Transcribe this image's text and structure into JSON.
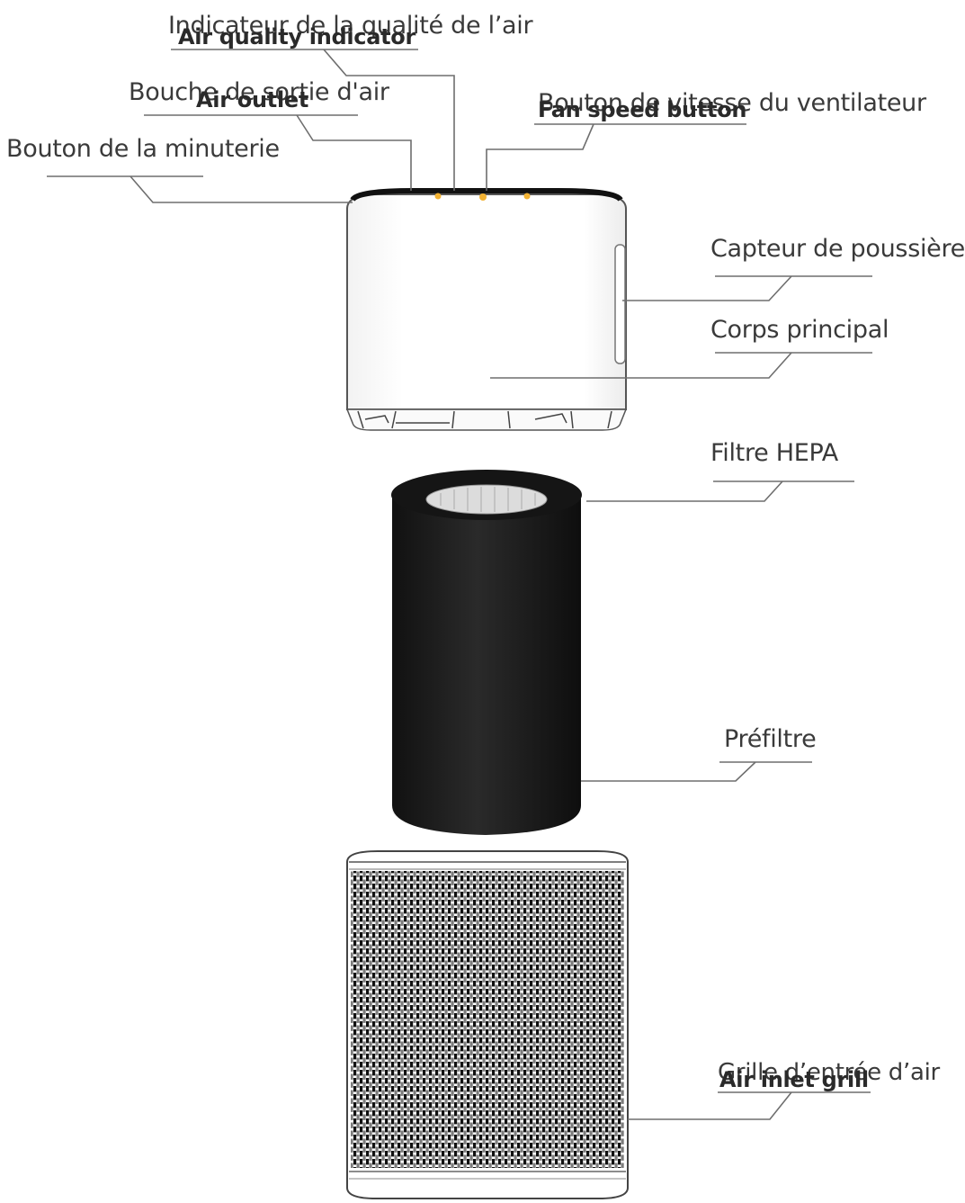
{
  "labels": {
    "air_quality_fr": "Indicateur de la qualité de l’air",
    "air_quality_en": "Air quality indicator",
    "air_outlet_fr": "Bouche de sortie d'air",
    "air_outlet_en": "Air outlet",
    "timer_fr": "Bouton de la minuterie",
    "fan_speed_fr": "Bouton de vitesse du ventilateur",
    "fan_speed_en": "Fan speed button",
    "dust_sensor_fr": "Capteur de poussière",
    "main_body_fr": "Corps principal",
    "hepa_fr": "Filtre HEPA",
    "prefilter_fr": "Préfiltre",
    "inlet_grill_fr": "Grille d’entrée d’air",
    "inlet_grill_en": "Air inlet grill"
  },
  "colors": {
    "line": "#6e6e6e",
    "text": "#3a3a3a",
    "indicator_led": "#f2b233",
    "filter": "#1e1e1e"
  }
}
